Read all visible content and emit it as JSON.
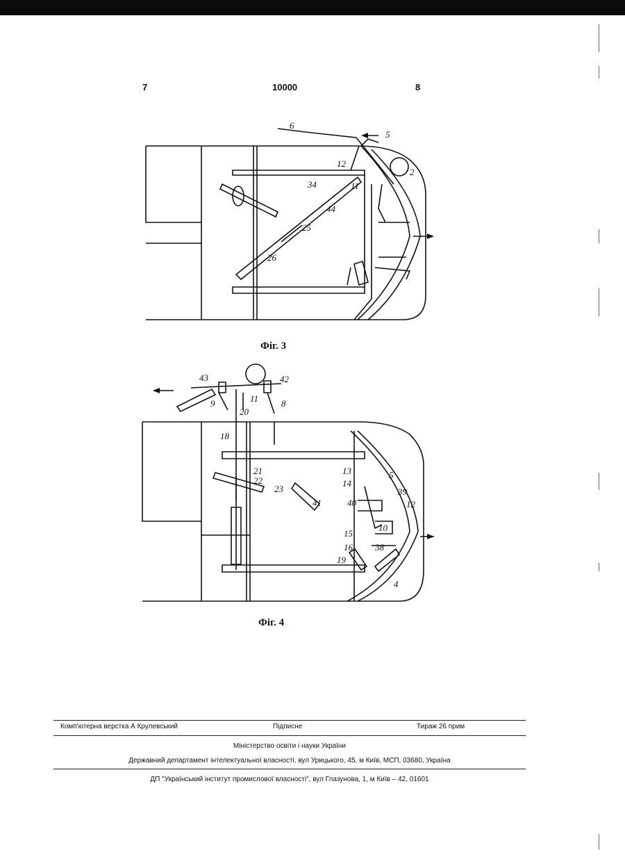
{
  "header": {
    "page_left": "7",
    "patent_number": "10000",
    "page_right": "8"
  },
  "figure3": {
    "caption": "Фіг. 3",
    "labels": [
      "6",
      "5",
      "2",
      "12",
      "34",
      "11",
      "44",
      "25",
      "26"
    ]
  },
  "figure4": {
    "caption": "Фіг. 4",
    "labels": [
      "43",
      "42",
      "9",
      "11",
      "8",
      "20",
      "18",
      "21",
      "22",
      "23",
      "41",
      "13",
      "5",
      "14",
      "39",
      "12",
      "40",
      "10",
      "15",
      "16",
      "38",
      "19",
      "4"
    ]
  },
  "footer": {
    "layout_credit": "Комп'ютерна верстка А  Крулевський",
    "signed": "Підписне",
    "print_run": "Тираж 26 прим",
    "ministry": "Міністерство освіти і науки України",
    "department": "Державний департамент інтелектуальної власності, вул  Урицького, 45, м  Київ, МСП, 03680, Україна",
    "institute": "ДП \"Український інститут промислової власності\", вул  Глазунова, 1, м  Київ – 42, 01601"
  }
}
